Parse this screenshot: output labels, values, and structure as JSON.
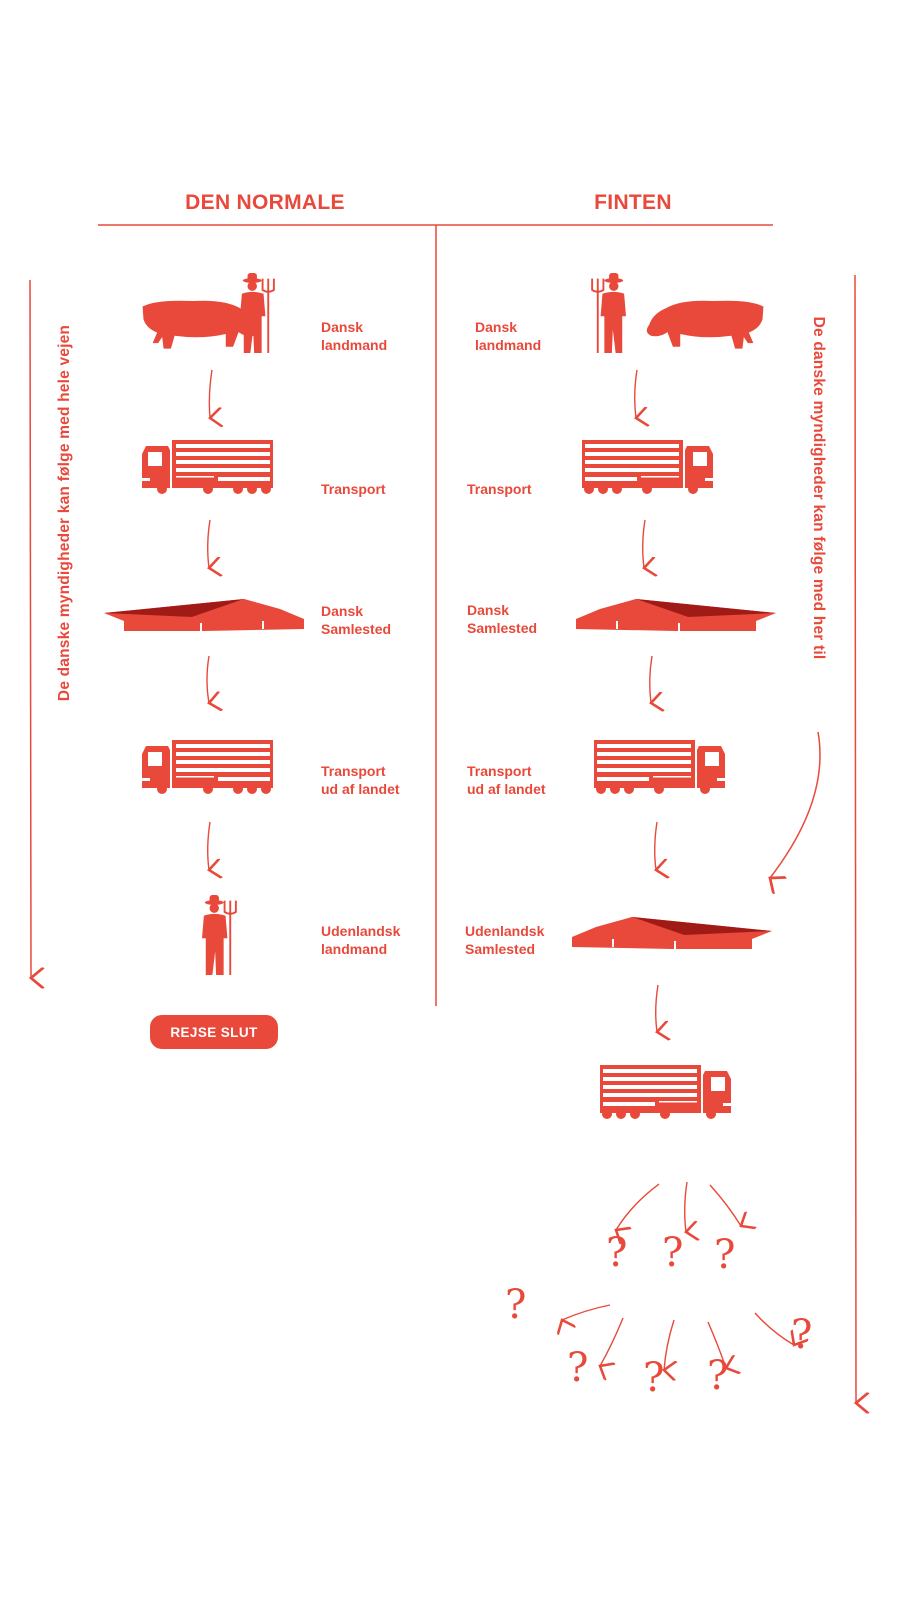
{
  "columns": {
    "left": {
      "title": "DEN NORMALE"
    },
    "right": {
      "title": "FINTEN"
    }
  },
  "left_side_note": "De danske myndigheder kan følge med hele vejen",
  "right_side_note": "De danske myndigheder kan følge med her til",
  "left_steps": [
    {
      "label": "Dansk\nlandmand",
      "icon": "pig-and-farmer-icon"
    },
    {
      "label": "Transport",
      "icon": "truck-icon"
    },
    {
      "label": "Dansk\nSamlested",
      "icon": "collection-point-icon"
    },
    {
      "label": "Transport\nud af landet",
      "icon": "truck-icon"
    },
    {
      "label": "Udenlandsk\nlandmand",
      "icon": "farmer-icon"
    }
  ],
  "right_steps": [
    {
      "label": "Dansk\nlandmand",
      "icon": "farmer-and-pig-icon"
    },
    {
      "label": "Transport",
      "icon": "truck-icon"
    },
    {
      "label": "Dansk\nSamlested",
      "icon": "collection-point-icon"
    },
    {
      "label": "Transport\nud af landet",
      "icon": "truck-icon"
    },
    {
      "label": "Udenlandsk\nSamlested",
      "icon": "collection-point-icon"
    }
  ],
  "end_button": "REJSE SLUT",
  "unknown_marks": [
    "?",
    "?",
    "?",
    "?",
    "?",
    "?",
    "?",
    "?"
  ],
  "colors": {
    "accent": "#e8493a",
    "roof_dark": "#a11b16",
    "background": "#ffffff"
  }
}
